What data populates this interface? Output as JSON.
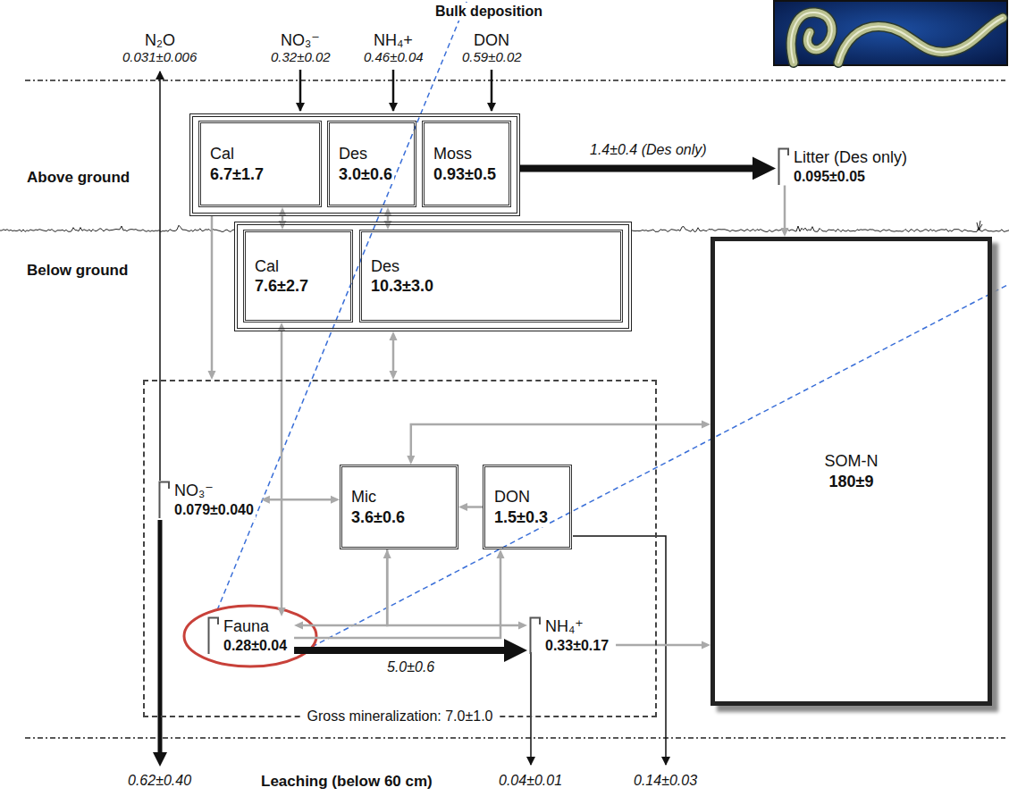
{
  "diagram": {
    "nodes": [
      {
        "text": []
      },
      {
        "text": [
          "Cal",
          "6.7±1.7"
        ],
        "in": 0
      },
      {
        "text": [
          "Des",
          "3.0±0.6"
        ],
        "in": 0
      },
      {
        "text": [
          "Moss",
          "0.93±0.5"
        ],
        "in": 0
      },
      {
        "text": [
          "Litter (Des only)",
          "0.095±0.05"
        ]
      },
      {
        "text": []
      },
      {
        "text": [
          "Cal",
          "7.6±2.7"
        ],
        "in": 5
      },
      {
        "text": [
          "Des",
          "10.3±3.0"
        ],
        "in": 5
      },
      {
        "text": [
          "SOM-N",
          "180±9"
        ]
      },
      {
        "text": [
          "Gross mineralization: 7.0±1.0"
        ]
      },
      {
        "text": [
          "NO₃⁻",
          "0.079±0.040"
        ],
        "in": 9
      },
      {
        "text": [
          "Mic",
          "3.6±0.6"
        ],
        "in": 9
      },
      {
        "text": [
          "DON",
          "1.5±0.3"
        ],
        "in": 9
      },
      {
        "text": [
          "Fauna",
          "0.28±0.04"
        ],
        "in": 9
      },
      {
        "text": [
          "NH₄⁺",
          "0.33±0.17"
        ],
        "in": 9
      }
    ],
    "edges": [
      {
        "from": 0,
        "to": 4,
        "arrow": "to",
        "label": "1.4±0.4 (Des only)"
      },
      {
        "from": 1,
        "to": 6,
        "arrow": "both"
      },
      {
        "from": 2,
        "to": 7,
        "arrow": "both"
      },
      {
        "from": 4,
        "to": 8,
        "arrow": "to"
      },
      {
        "from": 0,
        "to": 9,
        "arrow": "to"
      },
      {
        "from": 6,
        "to": 13,
        "arrow": "both"
      },
      {
        "from": 5,
        "to": 9,
        "arrow": "both"
      },
      {
        "from": 8,
        "to": 11,
        "arrow": "both"
      },
      {
        "from": 12,
        "to": 11,
        "arrow": "to"
      },
      {
        "from": 10,
        "to": 11,
        "arrow": "both"
      },
      {
        "from": 11,
        "to": 14,
        "arrow": "both"
      },
      {
        "from": 11,
        "to": 13,
        "arrow": "to"
      },
      {
        "from": 13,
        "to": 12,
        "arrow": "to"
      },
      {
        "from": 13,
        "to": 14,
        "arrow": "to",
        "label": "5.0±0.6"
      },
      {
        "from": 14,
        "to": 8,
        "arrow": "to"
      }
    ],
    "labels": [
      "Bulk deposition",
      "N₂O",
      "0.031±0.006",
      "NO₃⁻",
      "0.32±0.02",
      "NH₄+",
      "0.46±0.04",
      "DON",
      "0.59±0.02",
      "Above ground",
      "Below ground",
      "Leaching (below 60 cm)",
      "0.62±0.40",
      "0.04±0.01",
      "0.14±0.03"
    ]
  }
}
